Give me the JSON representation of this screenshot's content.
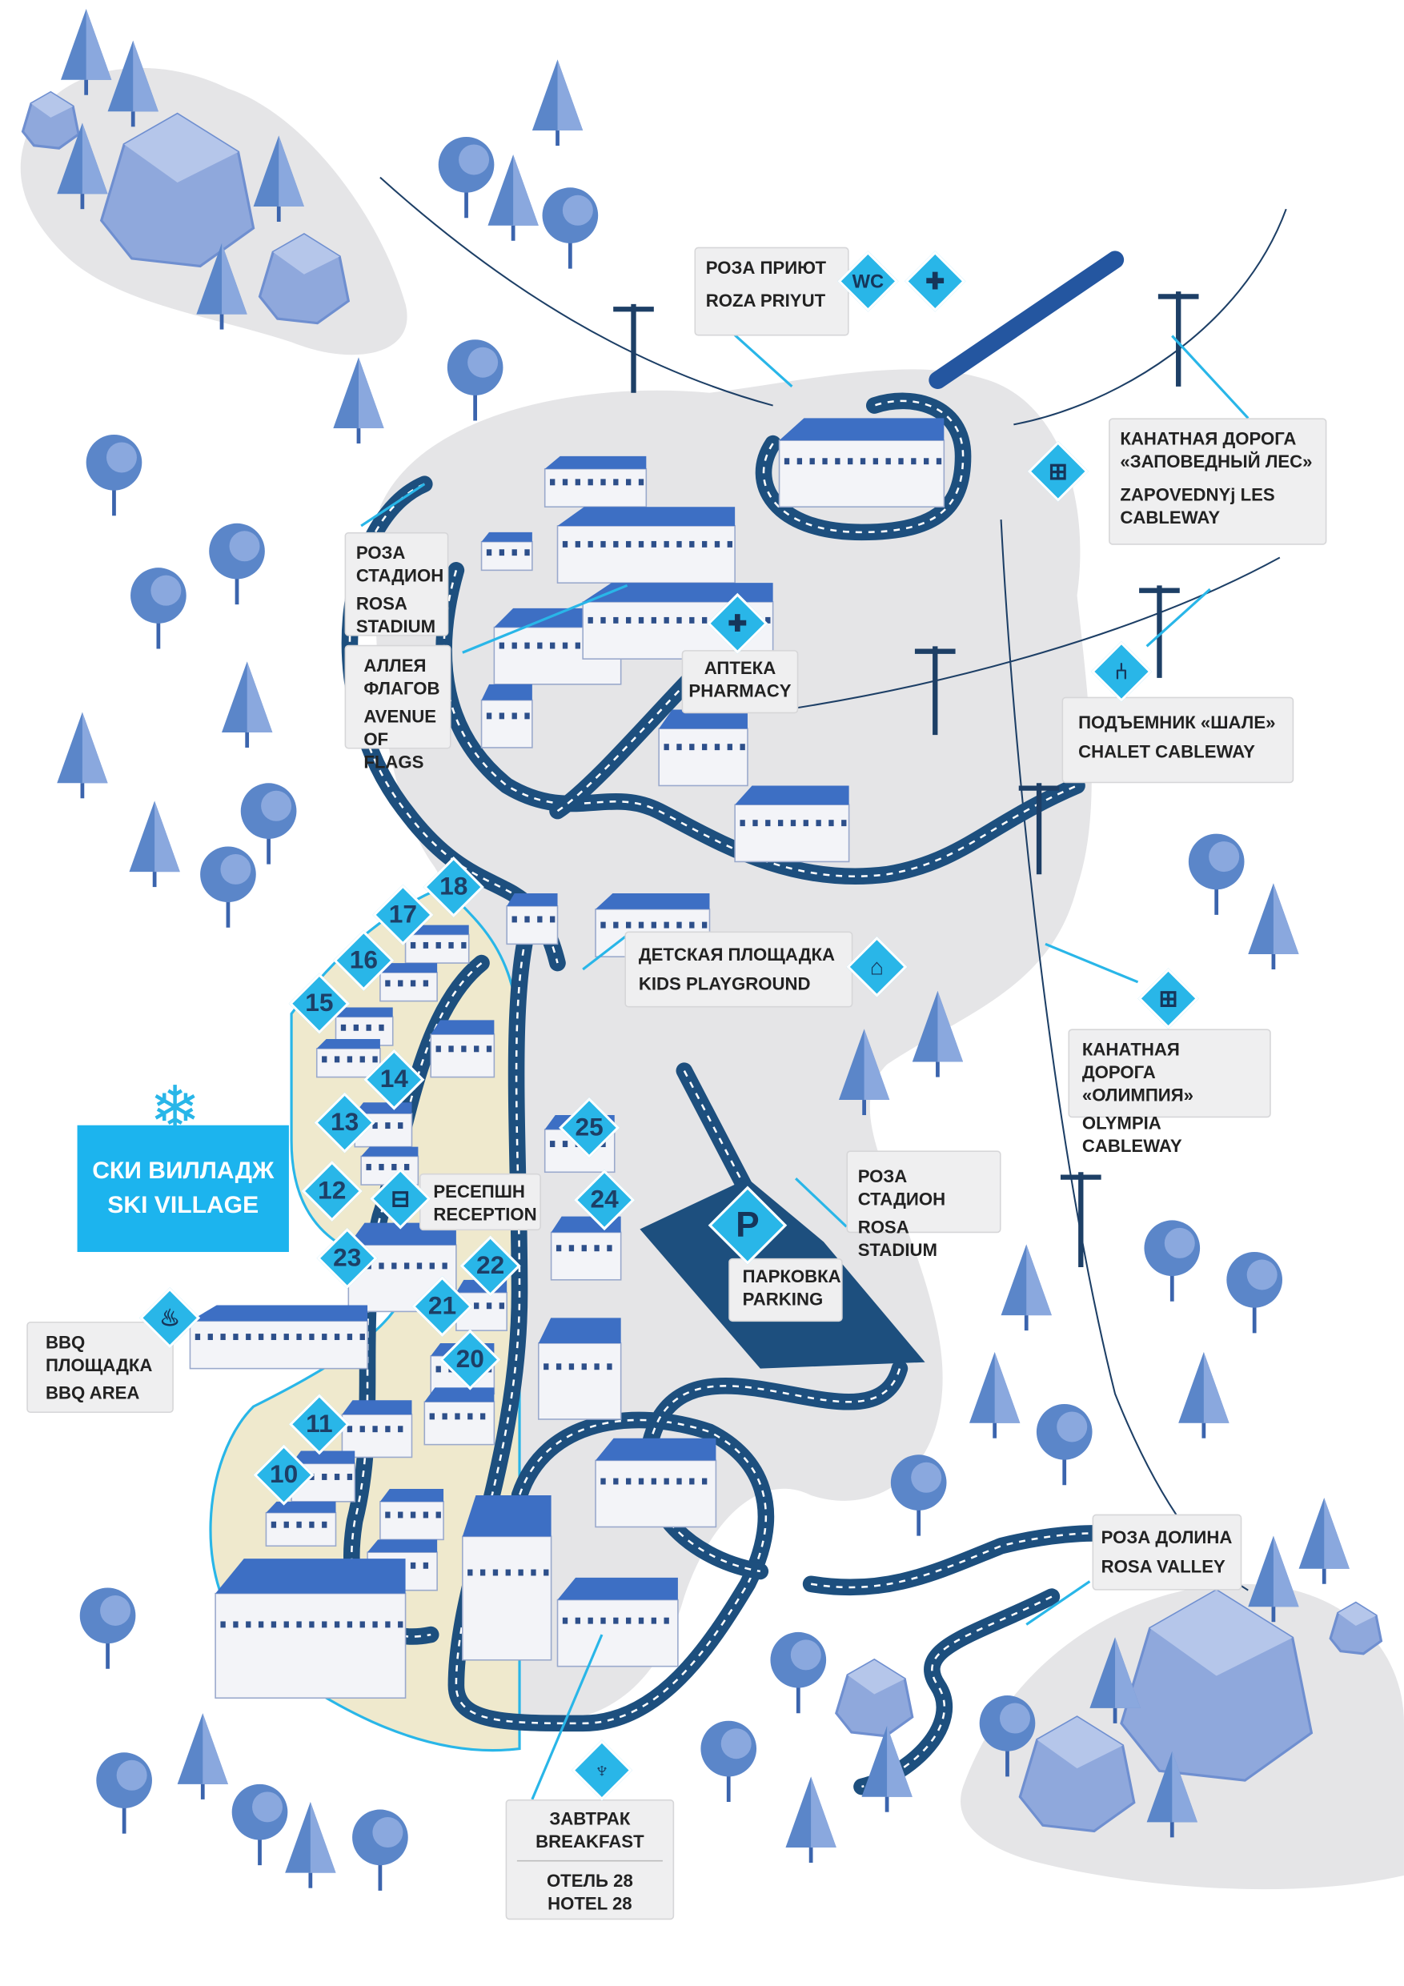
{
  "labels": {
    "roza_priyut": {
      "ru": "РОЗА ПРИЮТ",
      "en": "ROZA PRIYUT"
    },
    "zapovedny": {
      "ru1": "КАНАТНАЯ ДОРОГА",
      "ru2": "«ЗАПОВЕДНЫЙ ЛЕС»",
      "en1": "ZAPOVEDNYj LES",
      "en2": "CABLEWAY"
    },
    "rosa_stadion_top": {
      "ru1": "РОЗА",
      "ru2": "СТАДИОН",
      "en1": "ROSA",
      "en2": "STADIUM"
    },
    "avenue": {
      "ru1": "АЛЛЕЯ",
      "ru2": "ФЛАГОВ",
      "en1": "AVENUE",
      "en2": "OF FLAGS"
    },
    "pharmacy": {
      "ru": "АПТЕКА",
      "en": "PHARMACY"
    },
    "chalet": {
      "ru": "ПОДЪЕМНИК «ШАЛЕ»",
      "en": "CHALET  CABLEWAY"
    },
    "kids": {
      "ru": "ДЕТСКАЯ ПЛОЩАДКА",
      "en": "KIDS PLAYGROUND"
    },
    "olympia": {
      "ru1": "КАНАТНАЯ ДОРОГА",
      "ru2": "«ОЛИМПИЯ»",
      "en": "OLYMPIA CABLEWAY"
    },
    "ski_village": {
      "ru": "СКИ ВИЛЛАДЖ",
      "en": "SKI VILLAGE"
    },
    "reception": {
      "ru": "РЕСЕПШН",
      "en": "RECEPTION"
    },
    "rosa_stadium": {
      "ru": "РОЗА СТАДИОН",
      "en": "ROSA STADIUM"
    },
    "parking": {
      "ru": "ПАРКОВКА",
      "en": "PARKING",
      "symbol": "P"
    },
    "bbq": {
      "ru1": "BBQ",
      "ru2": "ПЛОЩАДКА",
      "en": "BBQ AREA"
    },
    "rosa_valley": {
      "ru": "РОЗА ДОЛИНА",
      "en": "ROSA VALLEY"
    },
    "breakfast": {
      "ru": "ЗАВТРАК",
      "en": "BREAKFAST",
      "hotel_ru": "ОТЕЛЬ 28",
      "hotel_en": "HOTEL 28"
    },
    "wc": "WC"
  },
  "houses": [
    "18",
    "17",
    "16",
    "15",
    "14",
    "13",
    "12",
    "23",
    "22",
    "21",
    "20",
    "25",
    "24",
    "11",
    "10"
  ],
  "colors": {
    "road": "#1d4f7e",
    "accent": "#29b6e8",
    "snow": "#e5e5e7",
    "village": "#efe9cd",
    "tree": "#5b86c9"
  }
}
